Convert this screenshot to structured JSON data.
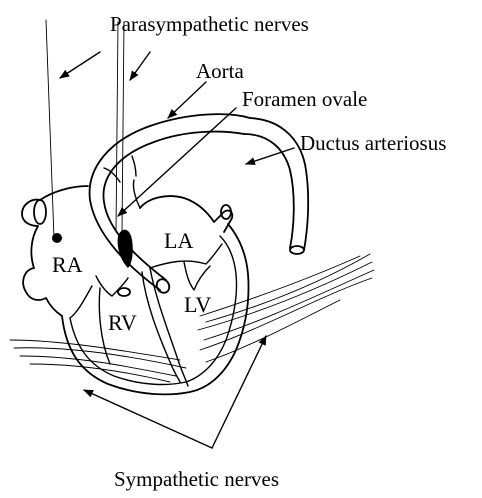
{
  "labels": {
    "parasympathetic": "Parasympathetic nerves",
    "aorta": "Aorta",
    "foramen_ovale": "Foramen ovale",
    "ductus_arteriosus": "Ductus arteriosus",
    "la": "LA",
    "ra": "RA",
    "lv": "LV",
    "rv": "RV",
    "sympathetic": "Sympathetic nerves"
  }
}
